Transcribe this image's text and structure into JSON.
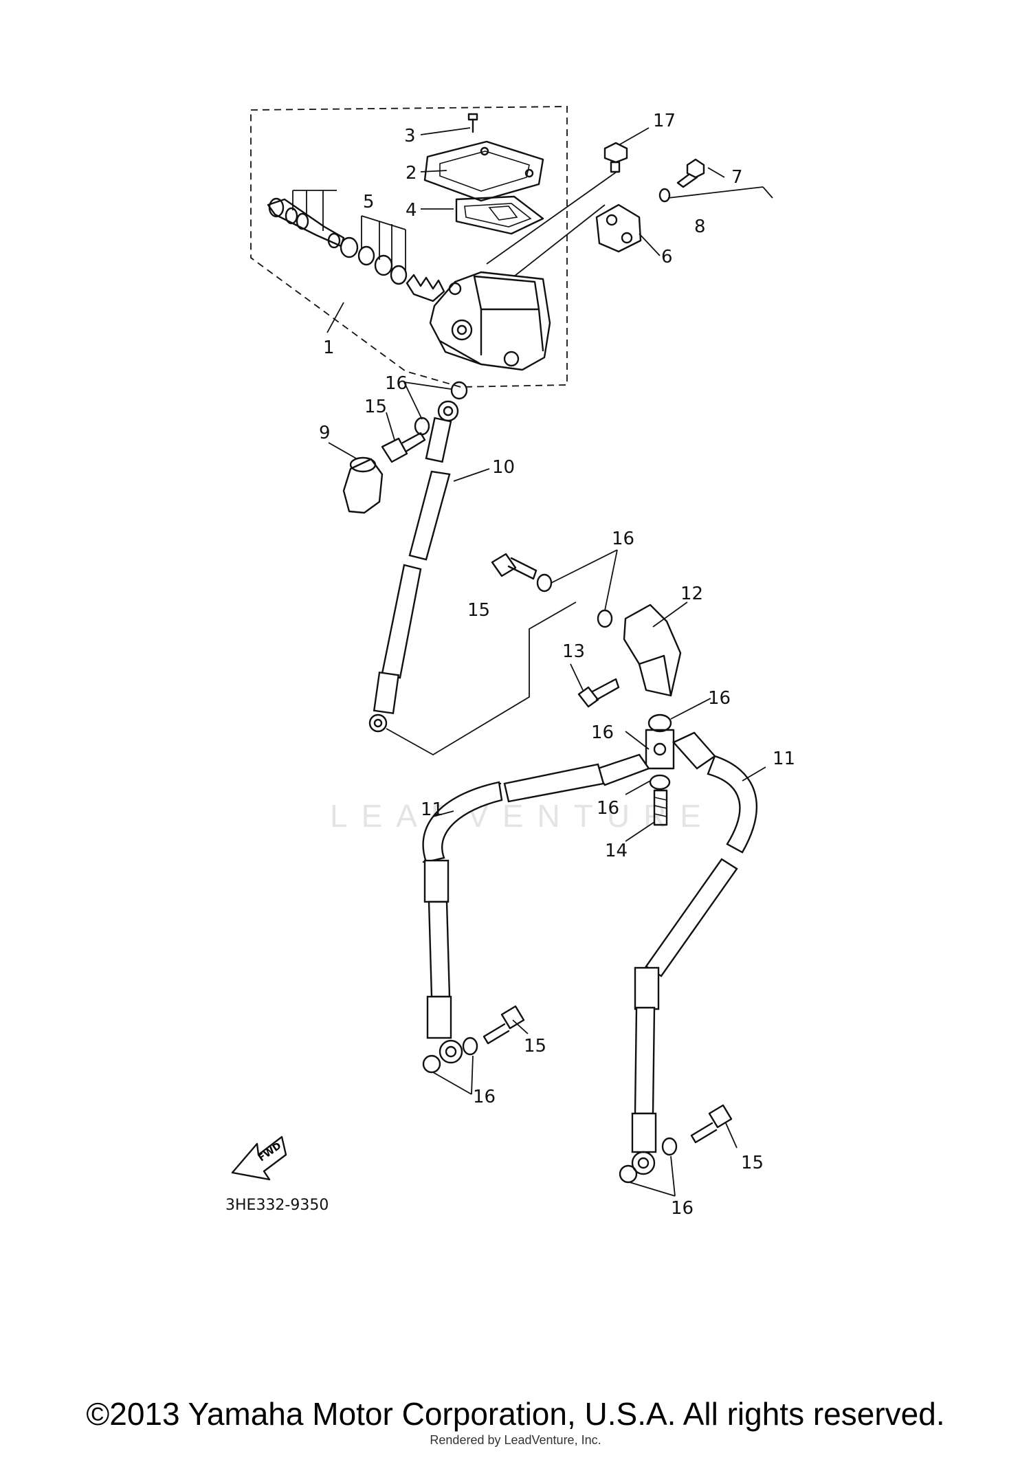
{
  "diagram": {
    "part_labels": [
      "1",
      "2",
      "3",
      "4",
      "5",
      "6",
      "7",
      "8",
      "9",
      "10",
      "11",
      "11",
      "12",
      "13",
      "14",
      "15",
      "15",
      "15",
      "15",
      "16",
      "16",
      "16",
      "16",
      "16",
      "16",
      "16",
      "17"
    ],
    "drawing_code": "3HE332-9350",
    "fwd_label": "FWD",
    "watermark": "LEADVENTURE"
  },
  "footer": {
    "copyright": "©2013 Yamaha Motor Corporation, U.S.A. All rights reserved.",
    "rendered_by": "Rendered by LeadVenture, Inc."
  }
}
